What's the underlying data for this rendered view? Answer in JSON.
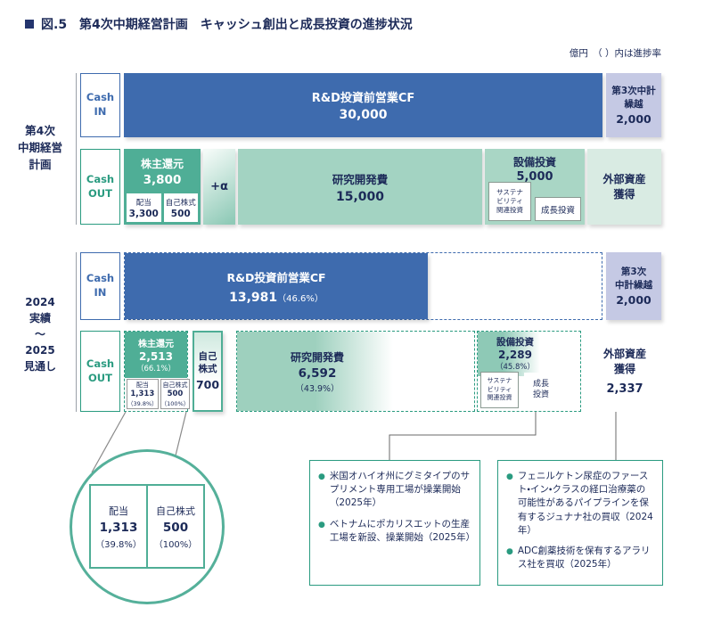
{
  "header": {
    "title": "図.5　第4次中期経営計画　キャッシュ創出と成長投資の進捗状況",
    "unit_note": "億円　（ ）内は進捗率"
  },
  "colors": {
    "accent_blue": "#3e6bae",
    "accent_teal": "#4fae96",
    "teal_border": "#2a9b80",
    "lavender": "#c5c9e4",
    "light_green": "#a3d3c2",
    "pale_green": "#d9ebe3",
    "navy": "#1c2a58"
  },
  "plan": {
    "side_label": "第4次\n中期経営\n計画",
    "cash_in_label": "Cash\nIN",
    "cash_out_label": "Cash\nOUT",
    "rd_cf": {
      "title": "R&D投資前営業CF",
      "value": "30,000"
    },
    "carryover": {
      "label": "第3次中計\n繰越",
      "value": "2,000"
    },
    "shareholder": {
      "title": "株主還元",
      "value": "3,800",
      "dividend_label": "配当",
      "dividend_value": "3,300",
      "buyback_label": "自己株式",
      "buyback_value": "500"
    },
    "alpha_label": "+α",
    "rd_exp": {
      "title": "研究開発費",
      "value": "15,000"
    },
    "capex": {
      "title": "設備投資",
      "value": "5,000",
      "sustainability_label": "サステナ\nビリティ\n関連投資",
      "growth_label": "成長投資"
    },
    "external": {
      "title": "外部資産\n獲得"
    }
  },
  "actual": {
    "side_label": "2024\n実績\n～\n2025\n見通し",
    "cash_in_label": "Cash\nIN",
    "cash_out_label": "Cash\nOUT",
    "rd_cf": {
      "title": "R&D投資前営業CF",
      "value": "13,981",
      "rate": "（46.6%）"
    },
    "carryover": {
      "label": "第3次\n中計繰越",
      "value": "2,000"
    },
    "shareholder": {
      "title": "株主還元",
      "value": "2,513",
      "rate": "（66.1%）",
      "dividend_label": "配当",
      "dividend_value": "1,313",
      "dividend_rate": "（39.8%）",
      "buyback_label": "自己株式",
      "buyback_value": "500",
      "buyback_rate": "（100%）"
    },
    "extra_buyback": {
      "label": "自己\n株式",
      "value": "700"
    },
    "rd_exp": {
      "title": "研究開発費",
      "value": "6,592",
      "rate": "（43.9%）"
    },
    "capex": {
      "title": "設備投資",
      "value": "2,289",
      "rate": "（45.8%）",
      "sustainability_label": "サステナ\nビリティ\n関連投資",
      "growth_label": "成長\n投資"
    },
    "external": {
      "title": "外部資産\n獲得",
      "value": "2,337"
    }
  },
  "magnifier": {
    "dividend": {
      "label": "配当",
      "value": "1,313",
      "rate": "（39.8%）"
    },
    "buyback": {
      "label": "自己株式",
      "value": "500",
      "rate": "（100%）"
    }
  },
  "callouts": {
    "bullet": "●",
    "factory": {
      "items": [
        "米国オハイオ州にグミタイプのサプリメント専用工場が操業開始（2025年）",
        "ベトナムにポカリスエットの生産工場を新設、操業開始（2025年）"
      ]
    },
    "ma": {
      "items": [
        "フェニルケトン尿症のファースト・イン・クラスの経口治療薬の可能性があるパイプラインを保有するジュナナ社の買収（2024年）",
        "ADC創薬技術を保有するアラリス社を買収（2025年）"
      ]
    }
  }
}
